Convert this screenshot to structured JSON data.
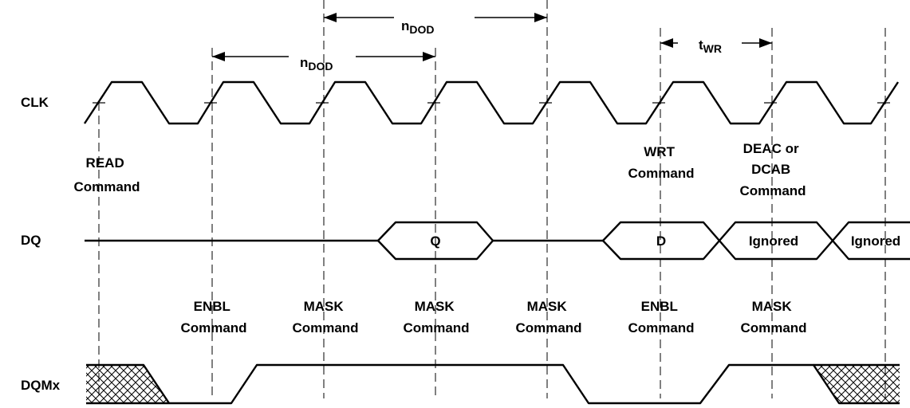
{
  "signals": {
    "clk": "CLK",
    "dq": "DQ",
    "dqmx": "DQMx"
  },
  "timing": {
    "ndod_upper": {
      "main": "n",
      "sub": "DOD"
    },
    "ndod_lower": {
      "main": "n",
      "sub": "DOD"
    },
    "twr": {
      "main": "t",
      "sub": "WR"
    }
  },
  "commands_top": [
    [
      "READ",
      "Command"
    ],
    [
      "WRT",
      "Command"
    ],
    [
      "DEAC or",
      "DCAB",
      "Command"
    ]
  ],
  "commands_bottom": [
    [
      "ENBL",
      "Command"
    ],
    [
      "MASK",
      "Command"
    ],
    [
      "MASK",
      "Command"
    ],
    [
      "MASK",
      "Command"
    ],
    [
      "ENBL",
      "Command"
    ],
    [
      "MASK",
      "Command"
    ]
  ],
  "dq_cells": [
    "Q",
    "D",
    "Ignored",
    "Ignored"
  ]
}
